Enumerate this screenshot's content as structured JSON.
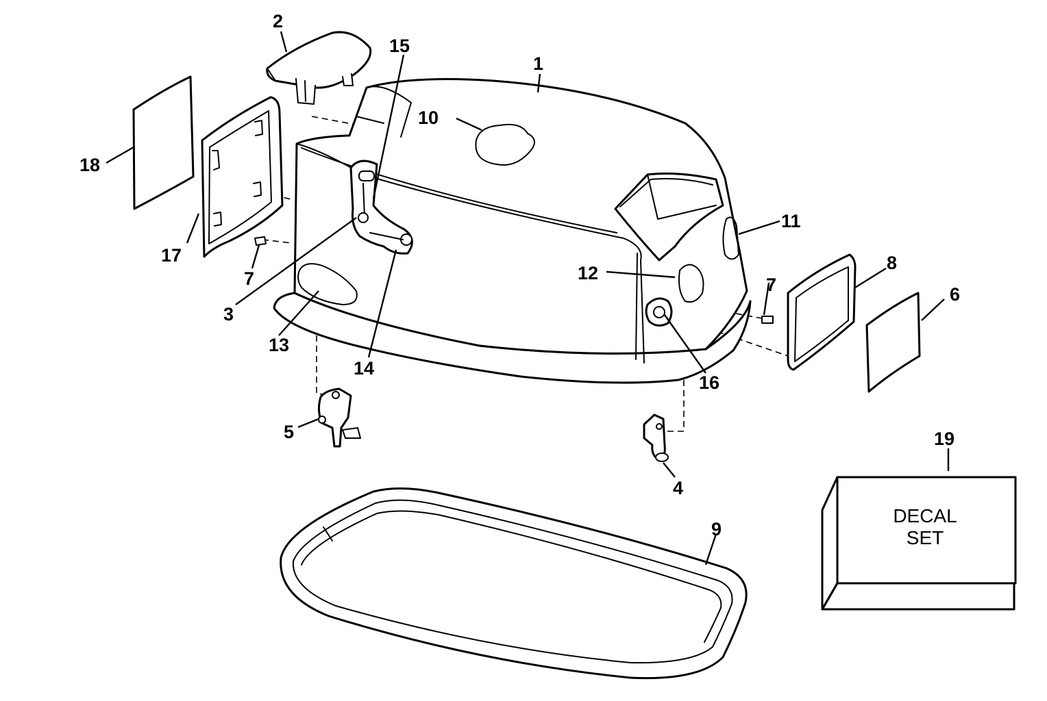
{
  "callouts": [
    {
      "id": "1",
      "label": "1"
    },
    {
      "id": "2",
      "label": "2"
    },
    {
      "id": "3",
      "label": "3"
    },
    {
      "id": "4",
      "label": "4"
    },
    {
      "id": "5",
      "label": "5"
    },
    {
      "id": "6",
      "label": "6"
    },
    {
      "id": "7a",
      "label": "7"
    },
    {
      "id": "7b",
      "label": "7"
    },
    {
      "id": "8",
      "label": "8"
    },
    {
      "id": "9",
      "label": "9"
    },
    {
      "id": "10",
      "label": "10"
    },
    {
      "id": "11",
      "label": "11"
    },
    {
      "id": "12",
      "label": "12"
    },
    {
      "id": "13",
      "label": "13"
    },
    {
      "id": "14",
      "label": "14"
    },
    {
      "id": "15",
      "label": "15"
    },
    {
      "id": "16",
      "label": "16"
    },
    {
      "id": "17",
      "label": "17"
    },
    {
      "id": "18",
      "label": "18"
    },
    {
      "id": "19",
      "label": "19"
    }
  ],
  "decal_box": {
    "line1": "DECAL",
    "line2": "SET"
  },
  "colors": {
    "ink": "#000000",
    "paper": "#ffffff"
  }
}
